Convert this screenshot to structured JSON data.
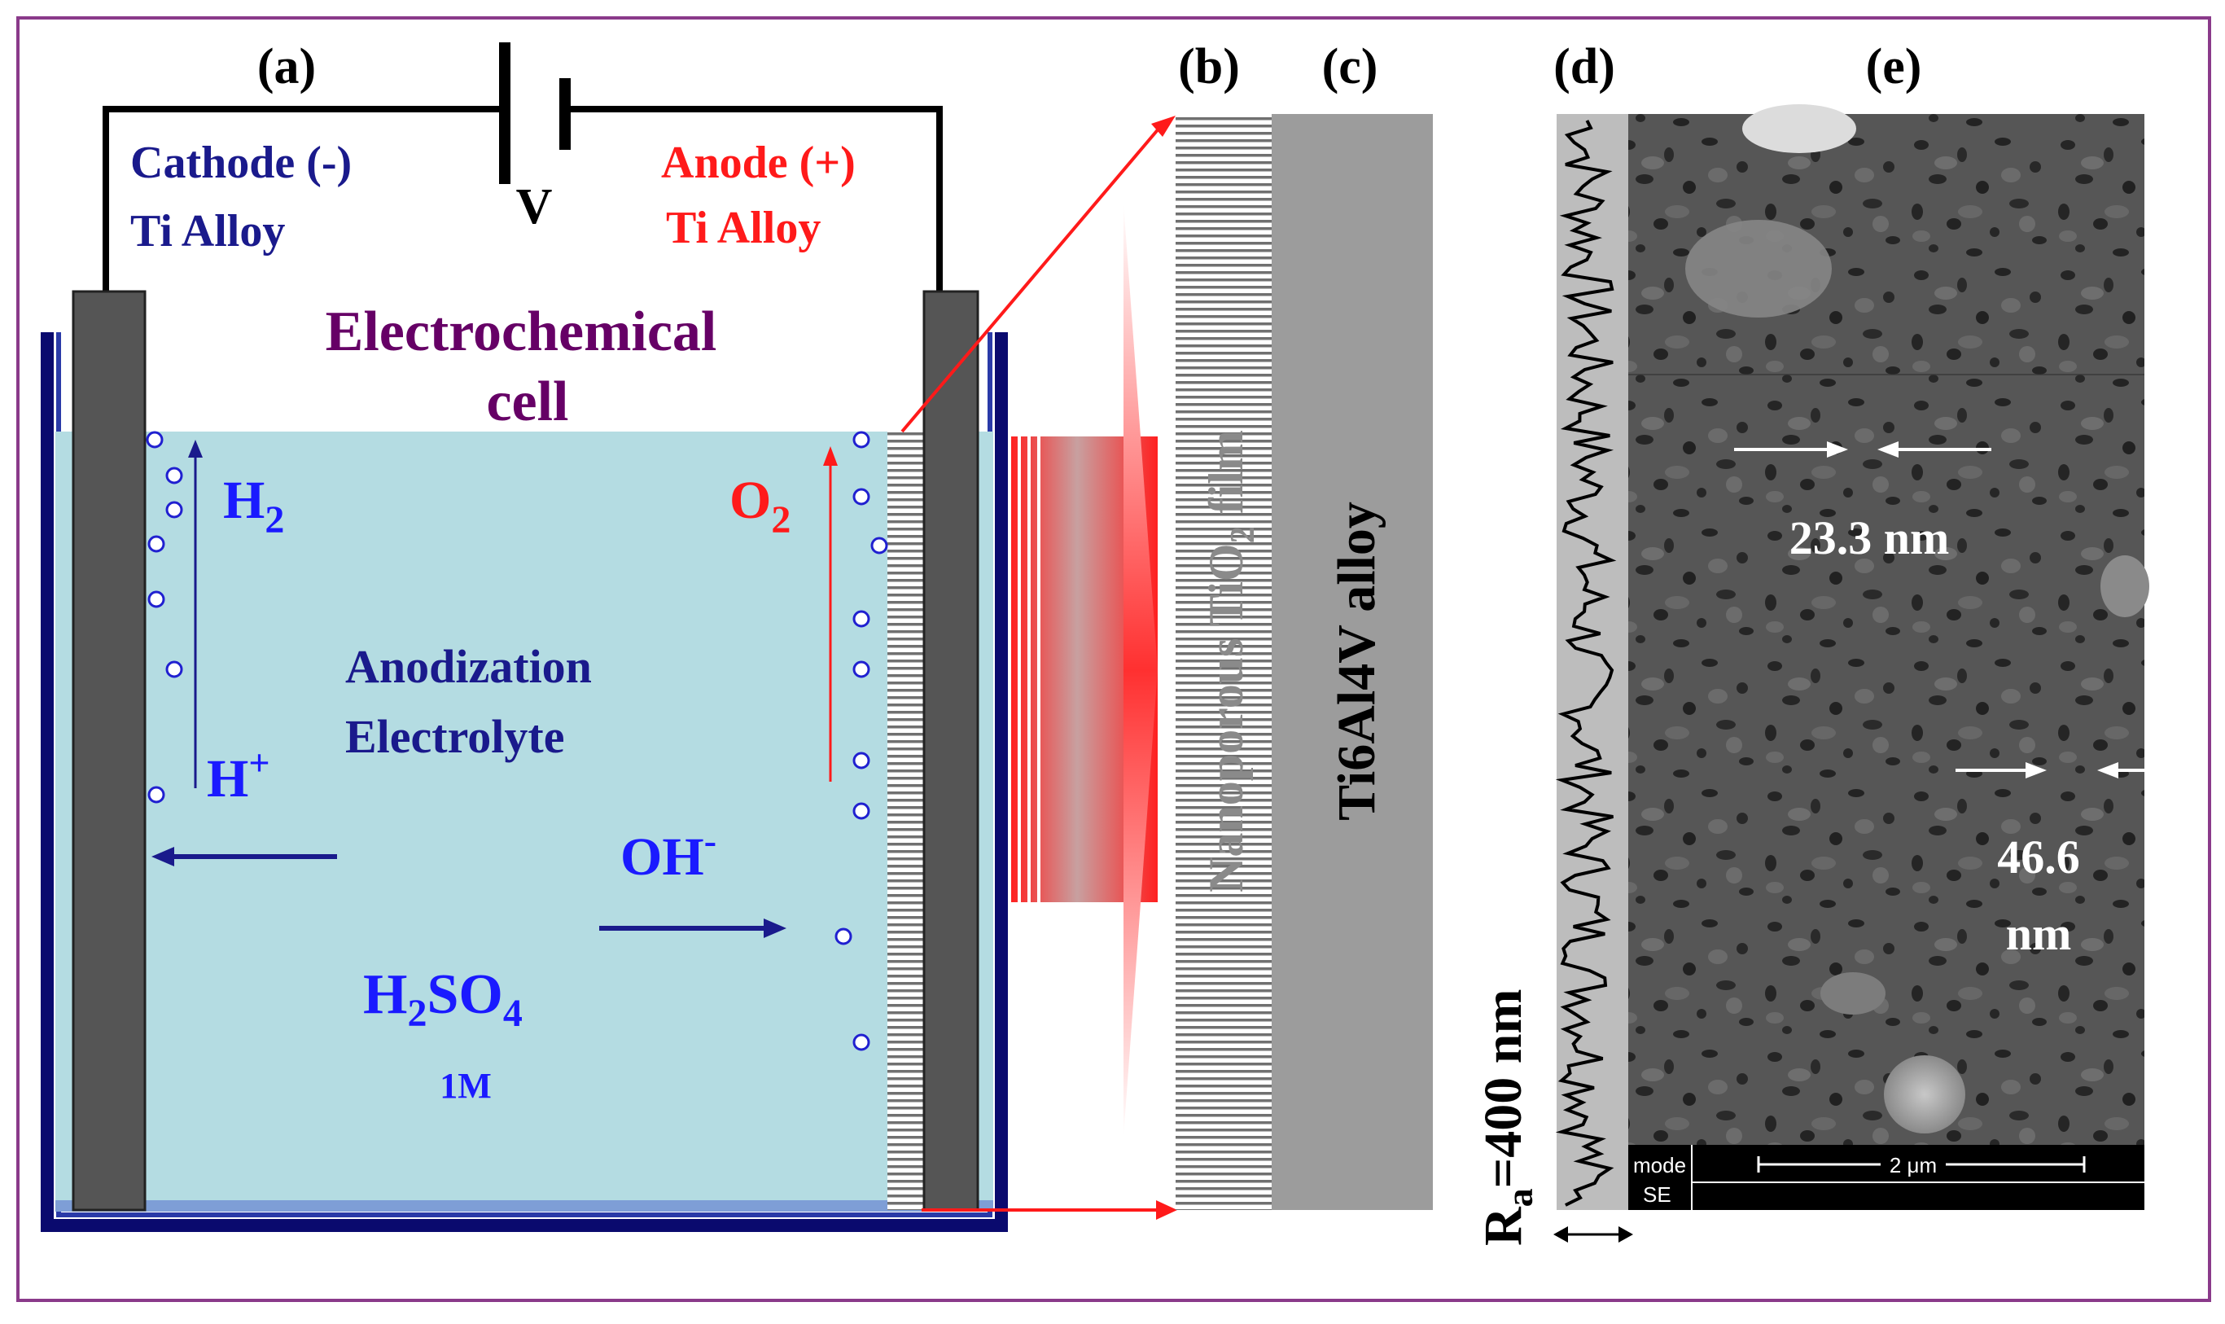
{
  "panels": {
    "a": "(a)",
    "b": "(b)",
    "c": "(c)",
    "d": "(d)",
    "e": "(e)"
  },
  "cell": {
    "cathode_title": "Cathode (-)",
    "cathode_material": "Ti Alloy",
    "anode_title": "Anode (+)",
    "anode_material": "Ti Alloy",
    "voltage": "V",
    "cell_title_1": "Electrochemical",
    "cell_title_2": "cell",
    "h2": "H",
    "h2_sub": "2",
    "o2": "O",
    "o2_sub": "2",
    "hplus": "H",
    "hplus_sup": "+",
    "ohminus": "OH",
    "ohminus_sup": "-",
    "electrolyte_1": "Anodization",
    "electrolyte_2": "Electrolyte",
    "acid_h": "H",
    "acid_2": "2",
    "acid_so": "SO",
    "acid_4": "4",
    "concentration": "1M"
  },
  "film": {
    "film_label_1": "Nanoporous TiO",
    "film_label_sub": "2",
    "film_label_2": " film",
    "substrate_label": "Ti6Al4V alloy"
  },
  "roughness": {
    "label_R": "R",
    "label_sub": "a",
    "label_value": "=400 nm"
  },
  "sem": {
    "pore_small": "23.3 nm",
    "pore_large_1": "46.6",
    "pore_large_2": "nm",
    "mode_1": "mode",
    "mode_2": "SE",
    "scale": "2 μm"
  },
  "colors": {
    "cathode_text": "#1a1a8c",
    "anode_text": "#ff1a1a",
    "title_text": "#660066",
    "species_text": "#1a1aff",
    "electrolyte": "#b4dce2",
    "frame": "#8a3a8a"
  }
}
